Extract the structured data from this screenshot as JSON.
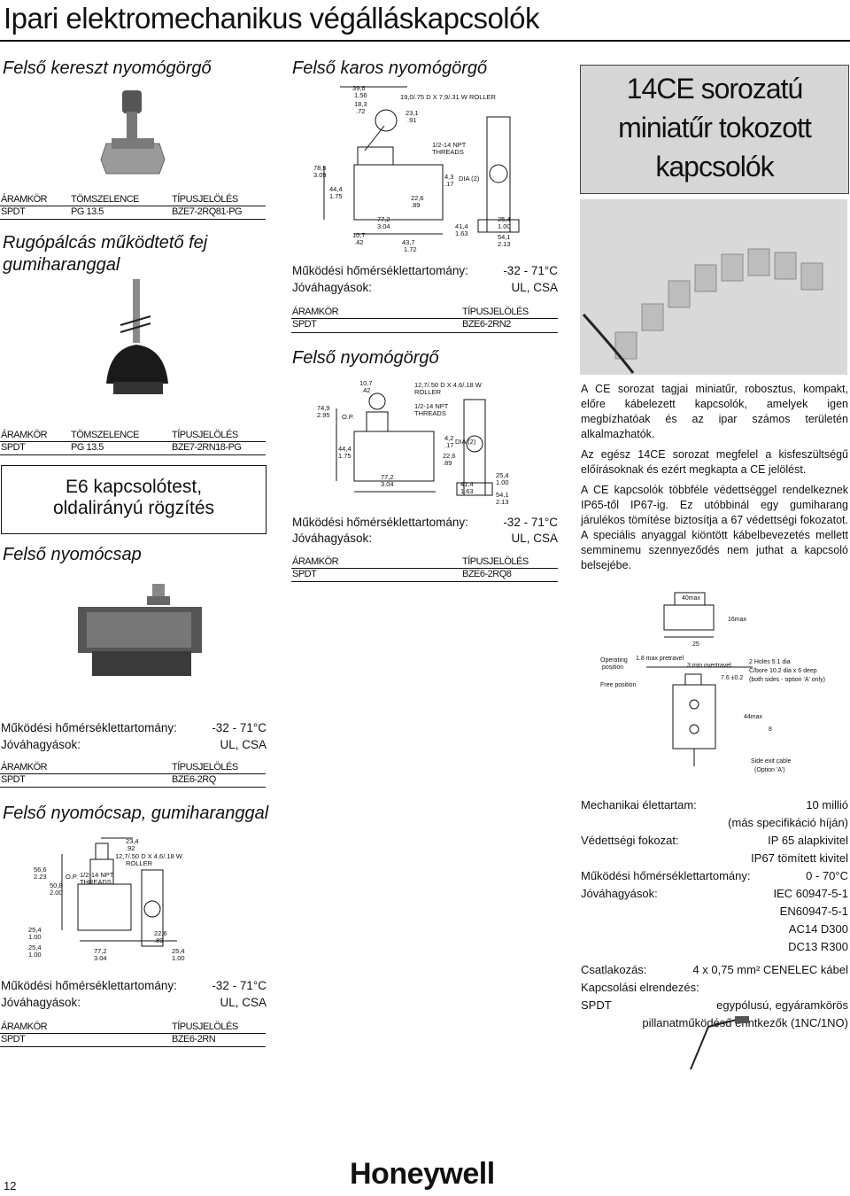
{
  "page_title": "Ipari elektromechanikus végálláskapcsolók",
  "left": {
    "s1": {
      "heading": "Felső kereszt nyomógörgő",
      "h1": "ÁRAMKÖR",
      "h2": "TÖMSZELENCE",
      "h3": "TÍPUSJELÖLÉS",
      "v1": "SPDT",
      "v2": "PG 13.5",
      "v3": "BZE7-2RQ81-PG"
    },
    "s2": {
      "heading_line1": "Rugópálcás működtető fej",
      "heading_line2": "gumiharanggal",
      "h1": "ÁRAMKÖR",
      "h2": "TÖMSZELENCE",
      "h3": "TÍPUSJELÖLÉS",
      "v1": "SPDT",
      "v2": "PG 13.5",
      "v3": "BZE7-2RN18-PG"
    },
    "e6_box": {
      "line1": "E6 kapcsolótest,",
      "line2": "oldalirányú rögzítés"
    },
    "s3": {
      "heading": "Felső nyomócsap",
      "temp_label": "Működési hőmérséklettartomány:",
      "temp_value": "-32  -  71°C",
      "appr_label": "Jóváhagyások:",
      "appr_value": "UL, CSA",
      "h1": "ÁRAMKÖR",
      "h3": "TÍPUSJELÖLÉS",
      "v1": "SPDT",
      "v3": "BZE6-2RQ"
    },
    "s4": {
      "heading": "Felső nyomócsap, gumiharanggal",
      "temp_label": "Működési hőmérséklettartomány:",
      "temp_value": "-32  -  71°C",
      "appr_label": "Jóváhagyások:",
      "appr_value": "UL, CSA",
      "h1": "ÁRAMKÖR",
      "h3": "TÍPUSJELÖLÉS",
      "v1": "SPDT",
      "v3": "BZE6-2RN"
    }
  },
  "middle": {
    "s1": {
      "heading": "Felső karos nyomógörgő",
      "temp_label": "Működési hőmérséklettartomány:",
      "temp_value": "-32  -  71°C",
      "appr_label": "Jóváhagyások:",
      "appr_value": "UL, CSA",
      "h1": "ÁRAMKÖR",
      "h3": "TÍPUSJELÖLÉS",
      "v1": "SPDT",
      "v3": "BZE6-2RN2"
    },
    "s2": {
      "heading": "Felső nyomógörgő",
      "temp_label": "Működési hőmérséklettartomány:",
      "temp_value": "-32  -  71°C",
      "appr_label": "Jóváhagyások:",
      "appr_value": "UL, CSA",
      "h1": "ÁRAMKÖR",
      "h3": "TÍPUSJELÖLÉS",
      "v1": "SPDT",
      "v3": "BZE6-2RQ8"
    }
  },
  "drawings": {
    "d1": {
      "t1": "39,6",
      "t2": "1.56",
      "t3": "18,3",
      "t4": ".72",
      "t5": "19,0/.75 D X 7,9/.31 W ROLLER",
      "t6": "23,1",
      "t7": ".91",
      "t8": "1/2-14 NPT",
      "t9": "THREADS",
      "t10": "78,5",
      "t11": "3.09",
      "t12": "44,4",
      "t13": "1.75",
      "t14": "4,3",
      "t15": ".17",
      "t16": "DIA (2)",
      "t17": "22,6",
      "t18": ".89",
      "t19": "77,2",
      "t20": "3.04",
      "t21": "10,7",
      "t22": ".42",
      "t23": "43,7",
      "t24": "1.72",
      "t25": "41,4",
      "t26": "1.63",
      "t27": "25,4",
      "t28": "1.00",
      "t29": "54,1",
      "t30": "2.13"
    },
    "d2": {
      "t1": "10,7",
      "t2": ".42",
      "t3": "12,7/.50 D X 4,6/.18 W",
      "t4": "ROLLER",
      "t5": "1/2-14 NPT",
      "t6": "THREADS",
      "t7": "74,9",
      "t8": "2.95",
      "t9": "O.P.",
      "t10": "44,4",
      "t11": "1.75",
      "t12": "4,2",
      "t13": ".17",
      "t14": "DIA (2)",
      "t15": "22,6",
      "t16": ".89",
      "t17": "77,2",
      "t18": "3.04",
      "t19": "41,4",
      "t20": "1.63",
      "t21": "25,4",
      "t22": "1.00",
      "t23": "54,1",
      "t24": "2.13"
    },
    "d3": {
      "t1": "23,4",
      "t2": ".92",
      "t3": "12,7/.50 D X 4,6/.18 W",
      "t4": "ROLLER",
      "t5": "56,6",
      "t6": "2.23",
      "t7": "O.P.",
      "t8": "50,8",
      "t9": "2.00",
      "t10": "1/2-14 NPT",
      "t11": "THREADS",
      "t12": "25,4",
      "t13": "1.00",
      "t14": "22,6",
      "t15": ".89",
      "t16": "25,4",
      "t17": "1.00",
      "t18": "25,4",
      "t19": "1.00",
      "t20": "77,2",
      "t21": "3.04"
    },
    "ce": {
      "t1": "40max",
      "t2": "16max",
      "t3": "25",
      "t4": "Operating",
      "t5": "position",
      "t6": "1.8 max pretravel",
      "t7": "3 min overtravel",
      "t8": "2 Holes 5.1 dia",
      "t9": "C/bore 10.2 dia x 6 deep",
      "t10": "(both sides - option 'A' only)",
      "t11": "7.6 ±0.2",
      "t12": "Free position",
      "t13": "44max",
      "t14": "8",
      "t15": "Side exit cable",
      "t16": "(Option 'A')"
    }
  },
  "right": {
    "ce_box": {
      "line1": "14CE sorozatú",
      "line2": "miniatűr tokozott",
      "line3": "kapcsolók"
    },
    "para1": "A CE sorozat tagjai miniatűr, robosztus, kompakt, előre kábelezett kapcsolók, amelyek igen megbízhatóak és az ipar számos területén alkalmazhatók.",
    "para2": "Az egész 14CE sorozat megfelel a kisfeszültségű előírásoknak és ezért megkapta a CE jelölést.",
    "para3": "A CE kapcsolók többféle védettséggel rendelkeznek IP65-től IP67-ig. Ez utóbbinál egy gumiharang járulékos tömítése biztosítja a 67 védettségi fokozatot. A speciális anyaggal kiöntött kábelbevezetés mellett semminemu szennyeződés nem juthat a kapcsoló belsejébe.",
    "specs": {
      "life_label": "Mechanikai élettartam:",
      "life_value": "10 millió",
      "life_note": "(más specifikáció híján)",
      "ip_label": "Védettségi fokozat:",
      "ip_value": "IP 65 alapkivitel",
      "ip_value2": "IP67 tömített kivitel",
      "temp_label": "Működési hőmérséklettartomány:",
      "temp_value": "0  -  70°C",
      "appr_label": "Jóváhagyások:",
      "appr1": "IEC 60947-5-1",
      "appr2": "EN60947-5-1",
      "appr3": "AC14 D300",
      "appr4": "DC13 R300",
      "conn_label": "Csatlakozás:",
      "conn_value": "4 x 0,75 mm² CENELEC kábel",
      "arr_label": "Kapcsolási elrendezés:",
      "arr_v1": "SPDT",
      "arr_v2": "egypólusú, egyáramkörös",
      "arr_v3": "pillanatműködésű érintkezők (1NC/1NO)"
    }
  },
  "footer": {
    "page_number": "12",
    "logo": "Honeywell"
  }
}
